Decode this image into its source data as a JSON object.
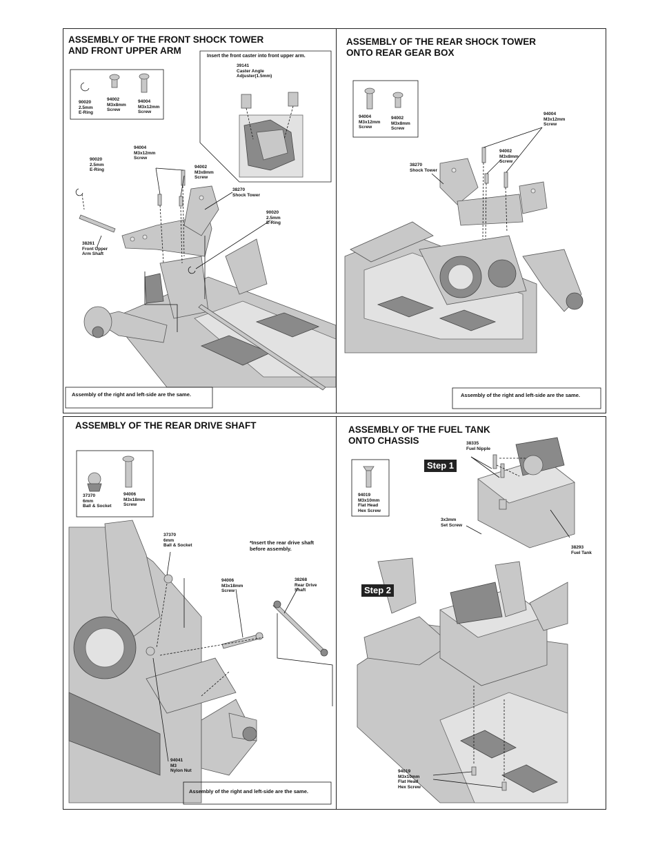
{
  "panels": {
    "front": {
      "title": "ASSEMBLY OF THE FRONT SHOCK TOWER\nAND FRONT UPPER ARM",
      "callout": "Insert the front caster into front upper arm.",
      "callout_part": "39141\nCaster Angle\nAdjuster(1.5mm)",
      "parts_box": [
        {
          "label": "90020\n2.5mm\nE-Ring"
        },
        {
          "label": "94002\nM3x8mm\nScrew"
        },
        {
          "label": "94004\nM3x12mm\nScrew"
        }
      ],
      "labels": [
        "90020\n2.5mm\nE-Ring",
        "94004\nM3x12mm\nScrew",
        "94002\nM3x8mm\nScrew",
        "38270\nShock Tower",
        "90020\n2.5mm\nE-Ring",
        "38261\nFront Upper\nArm Shaft"
      ],
      "footer": "Assembly of the right and left-side are the same."
    },
    "rear_tower": {
      "title": "ASSEMBLY OF THE REAR  SHOCK TOWER\nONTO REAR GEAR BOX",
      "parts_box": [
        {
          "label": "94004\nM3x12mm\nScrew"
        },
        {
          "label": "94002\nM3x8mm\nScrew"
        }
      ],
      "labels": [
        "94004\nM3x12mm\nScrew",
        "94002\nM3x8mm\nScrew",
        "38270\nShock Tower"
      ],
      "footer": "Assembly of the right and left-side are the same."
    },
    "drive_shaft": {
      "title": "ASSEMBLY OF THE REAR DRIVE SHAFT",
      "parts_box": [
        {
          "label": "37370\n6mm\nBall & Socket"
        },
        {
          "label": "94006\nM3x18mm\nScrew"
        }
      ],
      "labels": [
        "37370\n6mm\nBall & Socket",
        "94006\nM3x18mm\nScrew",
        "38268\nRear Drive\nShaft",
        "94041\nM3\nNylon Nut"
      ],
      "note": "*Insert the rear drive shaft\n  before assembly.",
      "footer": "Assembly of the right and left-side are the same."
    },
    "fuel_tank": {
      "title": "ASSEMBLY OF THE FUEL TANK\nONTO CHASSIS",
      "parts_box": [
        {
          "label": "94019\nM3x10mm\nFlat Head\nHex Screw"
        }
      ],
      "step1": "Step 1",
      "step2": "Step 2",
      "labels": [
        "38335\nFuel Nipple",
        "3x3mm\nSet Screw",
        "38293\nFuel Tank",
        "94019\nM3x10mm\nFlat Head\nHex Screw"
      ]
    }
  }
}
